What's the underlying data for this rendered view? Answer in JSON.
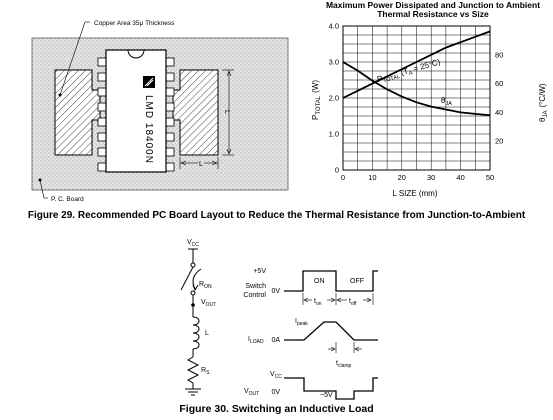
{
  "figure29": {
    "caption": "Figure 29. Recommended PC Board Layout to Reduce the Thermal Resistance from Junction-to-Ambient",
    "layout": {
      "copper_label": "Copper Area 35μ Thickness",
      "chip_label": "LMD 18400N",
      "dim_l_vertical": "L",
      "dim_l_horizontal": "L",
      "pcb_label": "P. C. Board"
    }
  },
  "chart_data": {
    "type": "line",
    "title": "Maximum Power Dissipated and Junction to Ambient Thermal Resistance vs Size",
    "title_lines": [
      "Maximum Power Dissipated and Junction to Ambient",
      "Thermal Resistance vs Size"
    ],
    "xlabel": "L SIZE (mm)",
    "ylabel_left": "P",
    "ylabel_left_sub": "TOTAL",
    "ylabel_left_unit": "(W)",
    "ylabel_right": "θ",
    "ylabel_right_sub": "JA",
    "ylabel_right_unit": "(°C/W)",
    "xlim": [
      0,
      50
    ],
    "ylim_left": [
      0,
      4.0
    ],
    "ylim_right": [
      0,
      100
    ],
    "x_ticks": [
      "0",
      "10",
      "20",
      "30",
      "40",
      "50"
    ],
    "y_left_ticks": [
      "0",
      "1.0",
      "2.0",
      "3.0",
      "4.0"
    ],
    "y_right_ticks": [
      "20",
      "40",
      "60",
      "80"
    ],
    "grid": true,
    "series": [
      {
        "name": "P_TOTAL (T_A = 25°C)",
        "label": "P",
        "label_sub": "TOTAL",
        "label_extra": "(T",
        "label_extra_sub": "A",
        "label_extra_tail": "= 25°C)",
        "axis": "left",
        "x": [
          0,
          5,
          10,
          15,
          20,
          25,
          30,
          35,
          40,
          45,
          50
        ],
        "y": [
          2.0,
          2.2,
          2.4,
          2.6,
          2.8,
          3.0,
          3.2,
          3.4,
          3.55,
          3.7,
          3.85
        ]
      },
      {
        "name": "θJA",
        "label": "θ",
        "label_sub": "JA",
        "axis": "right",
        "x": [
          0,
          5,
          10,
          15,
          20,
          25,
          30,
          35,
          40,
          45,
          50
        ],
        "y": [
          75,
          69,
          62,
          56,
          51,
          47,
          44,
          42,
          40,
          39,
          38
        ]
      }
    ]
  },
  "figure30": {
    "caption": "Figure 30. Switching an Inductive Load",
    "circuit": {
      "vcc": "V",
      "vcc_sub": "CC",
      "ron": "R",
      "ron_sub": "ON",
      "vout": "V",
      "vout_sub": "OUT",
      "l": "L",
      "rs": "R",
      "rs_sub": "S"
    },
    "waveforms": {
      "v_plus5": "+5V",
      "switch_control_1": "Switch",
      "switch_control_2": "Control",
      "ov1": "0V",
      "on": "ON",
      "off": "OFF",
      "t_on": "t",
      "t_on_sub": "on",
      "t_off": "t",
      "t_off_sub": "off",
      "ipeak": "I",
      "ipeak_sub": "peak",
      "iload": "I",
      "iload_sub": "LOAD",
      "oa": "0A",
      "tclamp": "t",
      "tclamp_sub": "clamp",
      "vcc": "V",
      "vcc_sub": "CC",
      "vout": "V",
      "vout_sub": "OUT",
      "ov2": "0V",
      "minus5": "−5V"
    }
  }
}
